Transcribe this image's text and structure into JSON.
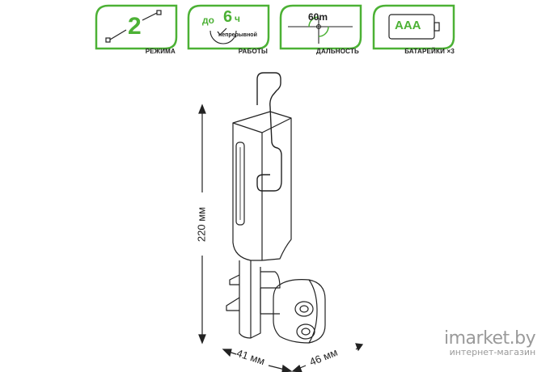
{
  "badges": [
    {
      "icon": "modes-icon",
      "big": "2",
      "caption": "РЕЖИМА"
    },
    {
      "icon": "timer-icon",
      "prefix": "до",
      "big": "6",
      "unit": "ч",
      "sub": "непрерывной",
      "caption": "РАБОТЫ"
    },
    {
      "icon": "range-icon",
      "big": "60m",
      "caption": "ДАЛЬНОСТЬ"
    },
    {
      "icon": "battery-icon",
      "big": "AAA",
      "caption": "БАТАРЕЙКИ ×3"
    }
  ],
  "dimensions": {
    "height": "220 мм",
    "width": "41 мм",
    "depth": "46 мм"
  },
  "watermark": {
    "brand": "imarket.by",
    "tagline": "интернет-магазин"
  },
  "colors": {
    "accent": "#4cb135",
    "line": "#222222"
  }
}
